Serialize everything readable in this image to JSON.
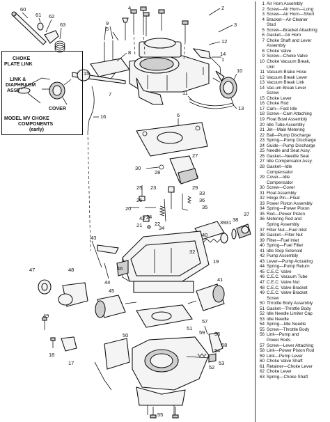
{
  "inset": {
    "choke_plate_link": [
      "CHOKE",
      "PLATE LINK"
    ],
    "link_diaphragm": [
      "LINK &",
      "DIAPHRAGM",
      "ASSY"
    ],
    "cover": "COVER",
    "caption": [
      "MODEL MV CHOKE",
      "COMPONENTS",
      "(early)"
    ]
  },
  "callouts": [
    "60",
    "61",
    "62",
    "63",
    "1",
    "2",
    "3",
    "4",
    "5",
    "6",
    "7",
    "8",
    "9",
    "10",
    "11",
    "12",
    "13",
    "14",
    "15",
    "16",
    "17",
    "18",
    "19",
    "20",
    "21",
    "22",
    "23",
    "24",
    "25",
    "26",
    "27",
    "28",
    "29",
    "30",
    "31",
    "32",
    "33",
    "34",
    "35",
    "36",
    "37",
    "38",
    "39",
    "40",
    "41",
    "42",
    "43",
    "44",
    "45",
    "46",
    "47",
    "48",
    "49",
    "50",
    "51",
    "52",
    "53",
    "54",
    "55",
    "56",
    "57",
    "58",
    "59"
  ],
  "parts": [
    {
      "num": "1",
      "name": "Air Horn Assembly"
    },
    {
      "num": "2",
      "name": "Screw—Air Horn—Long"
    },
    {
      "num": "3",
      "name": "Screw—Air Horn—Short"
    },
    {
      "num": "4",
      "name": "Bracket—Air Cleaner"
    },
    {
      "num": "",
      "name": "Stud"
    },
    {
      "num": "5",
      "name": "Screw—Bracket Attaching"
    },
    {
      "num": "6",
      "name": "Gasket—Air Horn"
    },
    {
      "num": "7",
      "name": "Choke Shaft and Lever"
    },
    {
      "num": "",
      "name": "Assembly"
    },
    {
      "num": "8",
      "name": "Choke Valve"
    },
    {
      "num": "9",
      "name": "Screw—Choke Valve"
    },
    {
      "num": "10",
      "name": "Choke Vacuum Break,"
    },
    {
      "num": "",
      "name": "Unit"
    },
    {
      "num": "11",
      "name": "Vacuum Brake Hose"
    },
    {
      "num": "12",
      "name": "Vacuum Break Lever"
    },
    {
      "num": "13",
      "name": "Vacuum Break Link"
    },
    {
      "num": "14",
      "name": "Vac-um Break Lever"
    },
    {
      "num": "",
      "name": "Screw"
    },
    {
      "num": "15",
      "name": "Choke Lever"
    },
    {
      "num": "16",
      "name": "Choke Rod"
    },
    {
      "num": "17",
      "name": "Cam—Fast Idle"
    },
    {
      "num": "18",
      "name": "Screw—Cam Attaching"
    },
    {
      "num": "19",
      "name": "Float Bowl Assembly"
    },
    {
      "num": "20",
      "name": "Idle Tube Assembly"
    },
    {
      "num": "21",
      "name": "Jet—Main Metering"
    },
    {
      "num": "22",
      "name": "Ball—Pump Discharge"
    },
    {
      "num": "23",
      "name": "Spring—Pump Discharge"
    },
    {
      "num": "24",
      "name": "Guide—Pump Discharge"
    },
    {
      "num": "25",
      "name": "Needle and Seat Assy."
    },
    {
      "num": "26",
      "name": "Gasket—Needle Seat"
    },
    {
      "num": "27",
      "name": "Idle Compensator Assy."
    },
    {
      "num": "28",
      "name": "Gasket—Idle"
    },
    {
      "num": "",
      "name": "Compensator"
    },
    {
      "num": "29",
      "name": "Cover—Idle"
    },
    {
      "num": "",
      "name": "Compensator"
    },
    {
      "num": "30",
      "name": "Screw—Cover"
    },
    {
      "num": "31",
      "name": "Float Assembly"
    },
    {
      "num": "32",
      "name": "Hinge Pin—Float"
    },
    {
      "num": "33",
      "name": "Power Piston Assembly"
    },
    {
      "num": "34",
      "name": "Spring—Power Piston"
    },
    {
      "num": "35",
      "name": "Rod—Power Piston"
    },
    {
      "num": "36",
      "name": "Metering Rod and"
    },
    {
      "num": "",
      "name": "Spring Assembly"
    },
    {
      "num": "37",
      "name": "Filter Nut—Fuel Inlet"
    },
    {
      "num": "38",
      "name": "Gasket—Filter Nut"
    },
    {
      "num": "39",
      "name": "Filter—Fuel Inlet"
    },
    {
      "num": "40",
      "name": "Spring—Fuel Filter"
    },
    {
      "num": "41",
      "name": "Idle Stop Solenoid"
    },
    {
      "num": "42",
      "name": "Pump Assembly"
    },
    {
      "num": "43",
      "name": "Lever—Pump Actuating"
    },
    {
      "num": "44",
      "name": "Spring—Pump Return"
    },
    {
      "num": "45",
      "name": "C.E.C. Valve"
    },
    {
      "num": "46",
      "name": "C.E.C. Vacuum Tube"
    },
    {
      "num": "47",
      "name": "C.E.C. Valve Nut"
    },
    {
      "num": "48",
      "name": "C.E.C. Valve Bracket"
    },
    {
      "num": "49",
      "name": "C.E.C. Valve Bracket"
    },
    {
      "num": "",
      "name": "Screw"
    },
    {
      "num": "50",
      "name": "Throttle Body Assembly"
    },
    {
      "num": "51",
      "name": "Gasket—Throttle Body"
    },
    {
      "num": "52",
      "name": "Idle Needle Limiter Cap"
    },
    {
      "num": "53",
      "name": "Idle Needle"
    },
    {
      "num": "54",
      "name": "Spring—Idle Needle"
    },
    {
      "num": "55",
      "name": "Screw—Throttle Body"
    },
    {
      "num": "56",
      "name": "Link—Pump and"
    },
    {
      "num": "",
      "name": "Power Rods"
    },
    {
      "num": "57",
      "name": "Screw—Lever Attaching"
    },
    {
      "num": "58",
      "name": "Link—Power Piston Rod"
    },
    {
      "num": "59",
      "name": "Link—Pump Lever"
    },
    {
      "num": "60",
      "name": "Choke Valve Shaft"
    },
    {
      "num": "61",
      "name": "Retainer—Choke Lever"
    },
    {
      "num": "62",
      "name": "Choke Lever"
    },
    {
      "num": "63",
      "name": "Spring—Choke Shaft"
    }
  ]
}
